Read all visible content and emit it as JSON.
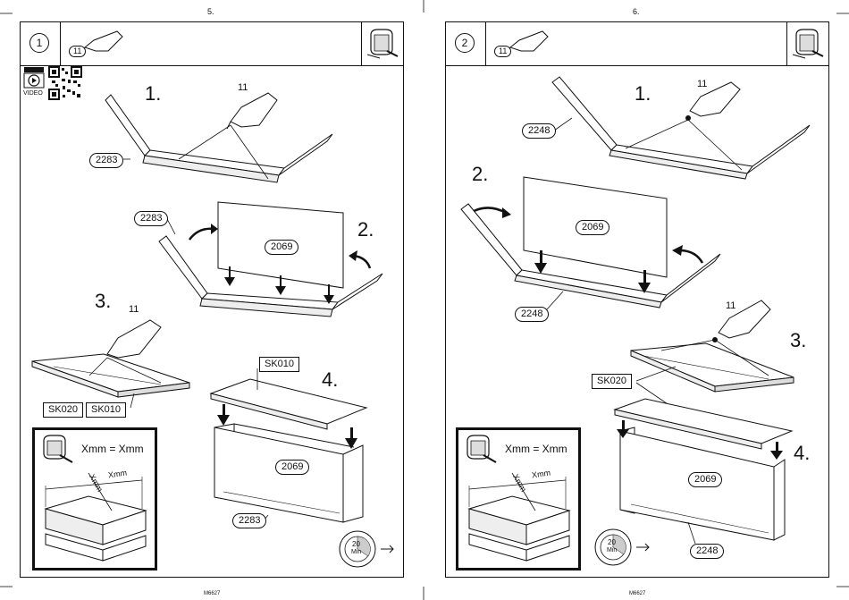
{
  "left_page": {
    "page_number": "5.",
    "step": "1",
    "glue_count": "11",
    "video_label": "VIDEO",
    "footer": "M6627",
    "parts": {
      "side_panel": "2283",
      "back_panel": "2069",
      "sk020": "SK020",
      "sk010": "SK010"
    },
    "substeps": [
      "1.",
      "2.",
      "3.",
      "4."
    ],
    "glue_label": "11",
    "inset": {
      "equation": "Xmm = Xmm",
      "dim1": "Xmm",
      "dim2": "Xmm"
    },
    "timer": {
      "value": "20",
      "unit": "Min"
    }
  },
  "right_page": {
    "page_number": "6.",
    "step": "2",
    "glue_count": "11",
    "footer": "M6627",
    "parts": {
      "side_panel": "2248",
      "back_panel": "2069",
      "sk020": "SK020"
    },
    "substeps": [
      "1.",
      "2.",
      "3.",
      "4."
    ],
    "glue_label": "11",
    "inset": {
      "equation": "Xmm = Xmm",
      "dim1": "Xmm",
      "dim2": "Xmm"
    },
    "timer": {
      "value": "20",
      "unit": "Min"
    }
  }
}
